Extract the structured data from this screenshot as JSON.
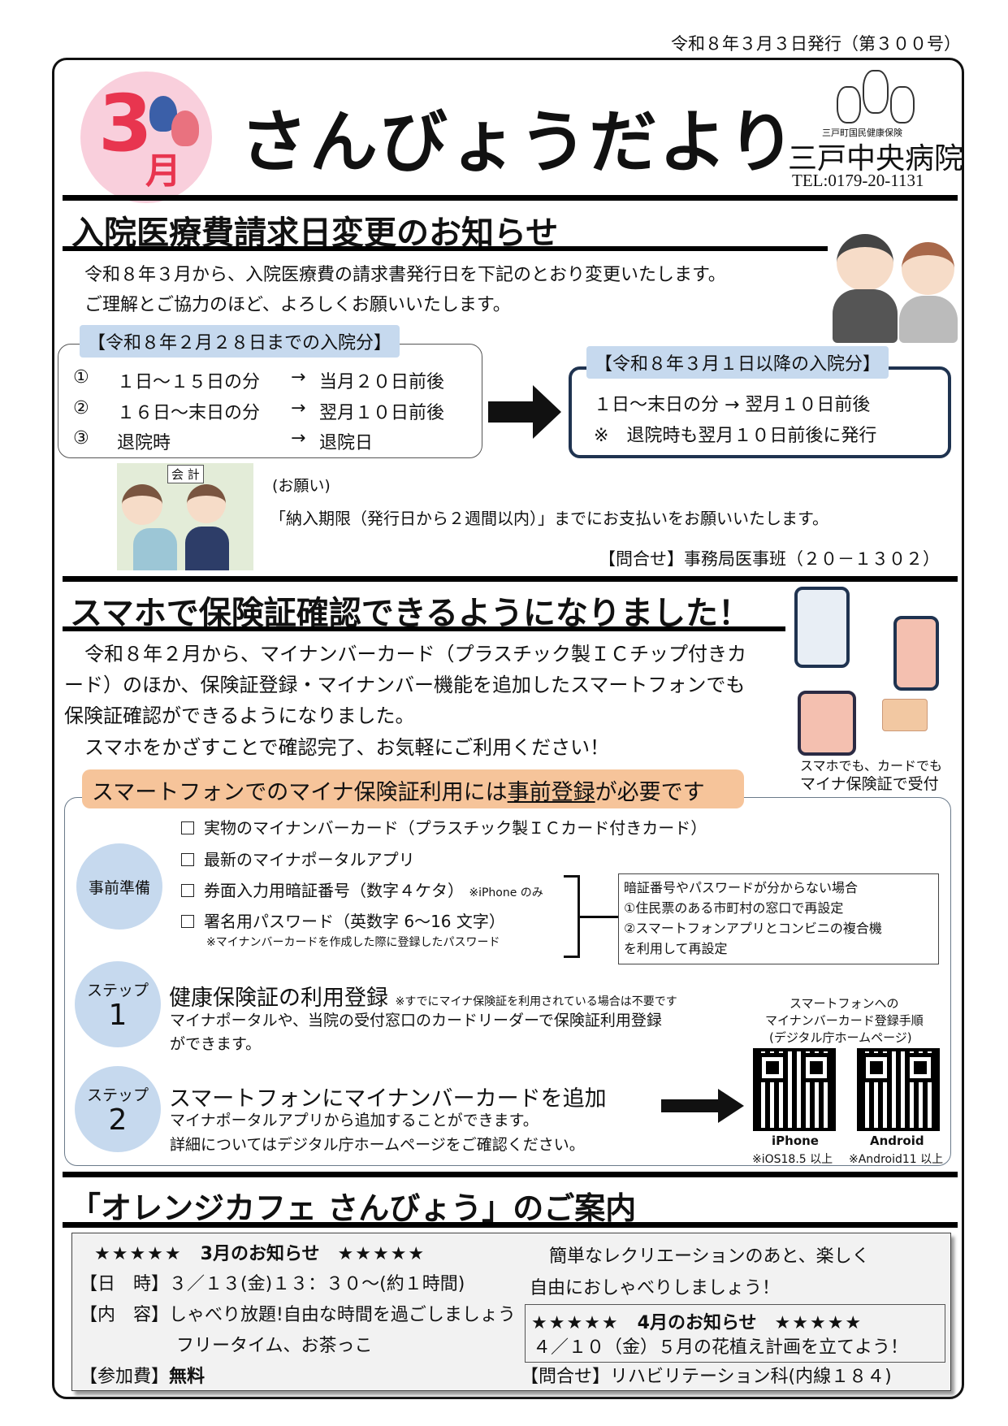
{
  "issue": "令和８年３月３日発行（第３００号）",
  "header": {
    "month_num": "3",
    "month_kanji": "月",
    "title": "さんびょうだより",
    "org_small": "三戸町国民健康保険",
    "hospital": "三戸中央病院",
    "tel": "TEL:0179-20-1131"
  },
  "section1": {
    "title": "入院医療費請求日変更のお知らせ",
    "intro": [
      "令和８年３月から、入院医療費の請求書発行日を下記のとおり変更いたします。",
      "ご理解とご協力のほど、よろしくお願いいたします。"
    ],
    "before": {
      "label": "【令和８年２月２８日までの入院分】",
      "rows": [
        {
          "num": "①",
          "cond": "１日〜１５日の分",
          "arrow": "→",
          "result": "当月２０日前後"
        },
        {
          "num": "②",
          "cond": "１６日〜末日の分",
          "arrow": "→",
          "result": "翌月１０日前後"
        },
        {
          "num": "③",
          "cond": "退院時",
          "arrow": "→",
          "result": "退院日"
        }
      ]
    },
    "after": {
      "label": "【令和８年３月１日以降の入院分】",
      "rows": [
        "１日〜末日の分 → 翌月１０日前後",
        "※　退院時も翌月１０日前後に発行"
      ]
    },
    "cashier_sign": "会 計",
    "request_head": "(お願い)",
    "request": "「納入期限（発行日から２週間以内）」までにお支払いをお願いいたします。",
    "contact": "【問合せ】事務局医事班（２０－１３０２）"
  },
  "section2": {
    "title": "スマホで保険証確認できるようになりました！",
    "para": [
      "令和８年２月から、マイナンバーカード（プラスチック製ＩＣチップ付きカ",
      "ード）のほか、保険証登録・マイナンバー機能を追加したスマートフォンでも",
      "保険証確認ができるようになりました。",
      "スマホをかざすことで確認完了、お気軽にご利用ください！"
    ],
    "caption": [
      "スマホでも、カードでも",
      "マイナ保険証で受付"
    ],
    "banner_pre": "スマートフォンでのマイナ保険証利用には",
    "banner_u": "事前登録",
    "banner_post": "が必要です",
    "prep_label": "事前準備",
    "checklist": [
      "実物のマイナンバーカード（プラスチック製ＩＣカード付きカード）",
      "最新のマイナポータルアプリ",
      "券面入力用暗証番号（数字４ケタ）",
      "署名用パスワード（英数字 6〜16 文字）"
    ],
    "iphone_only": "※iPhone のみ",
    "password_note": "※マイナンバーカードを作成した際に登録したパスワード",
    "help": [
      "暗証番号やパスワードが分からない場合",
      "①住民票のある市町村の窓口で再設定",
      "②スマートフォンアプリとコンビニの複合機",
      "を利用して再設定"
    ],
    "step_word": "ステップ",
    "step1": {
      "num": "1",
      "title": "健康保険証の利用登録",
      "note": "※すでにマイナ保険証を利用されている場合は不要です",
      "body": [
        "マイナポータルや、当院の受付窓口のカードリーダーで保険証利用登録",
        "ができます。"
      ]
    },
    "step2": {
      "num": "2",
      "title": "スマートフォンにマイナンバーカードを追加",
      "body": [
        "マイナポータルアプリから追加することができます。",
        "詳細についてはデジタル庁ホームページをご確認ください。"
      ]
    },
    "qr_caption": [
      "スマートフォンへの",
      "マイナンバーカード登録手順",
      "(デジタル庁ホームページ)"
    ],
    "qr": [
      {
        "label": "iPhone",
        "note": "※iOS18.5 以上"
      },
      {
        "label": "Android",
        "note": "※Android11 以上"
      }
    ]
  },
  "section3": {
    "title": "「オレンジカフェ さんびょう」のご案内",
    "march_head": {
      "stars": "★★★★★",
      "text": "3月のお知らせ"
    },
    "date_label": "【日　時】",
    "date": "３／１３(金)１３：３０〜(約１時間)",
    "content_label": "【内　容】",
    "content": [
      "しゃべり放題!自由な時間を過ごしましょう",
      "フリータイム、お茶っこ"
    ],
    "fee_label": "【参加費】",
    "fee": "無料",
    "desc": [
      "簡単なレクリエーションのあと、楽しく",
      "自由におしゃべりしましょう！"
    ],
    "april_head": {
      "stars": "★★★★★",
      "text": "4月のお知らせ"
    },
    "april": "４／１０（金）５月の花植え計画を立てよう！",
    "contact": "【問合せ】リハビリテーション科(内線１８４)"
  },
  "colors": {
    "pink": "#f9cfdc",
    "month_red": "#e8354f",
    "blue_label": "#c6d9ee",
    "orange_label": "#f6c49a",
    "navy": "#1f3350"
  }
}
